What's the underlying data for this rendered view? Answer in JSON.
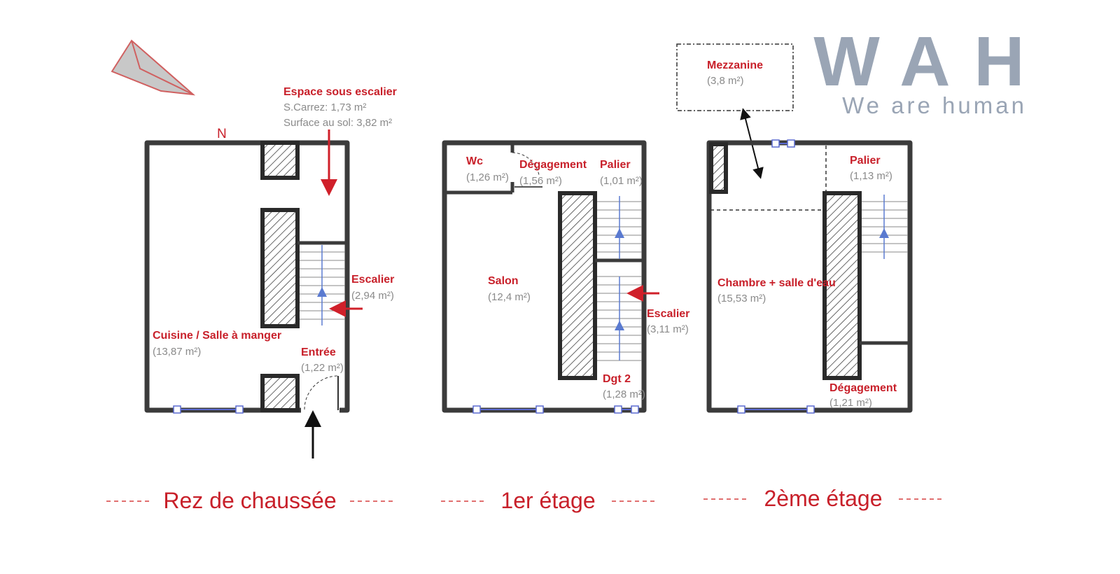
{
  "brand": {
    "logo": "WAH",
    "tagline": "We are human",
    "color": "#9aa5b5"
  },
  "accent_color": "#c8202a",
  "floors": [
    {
      "title": "Rez de chaussée",
      "north": "N",
      "annotation": {
        "name": "Espace sous escalier",
        "carrez": "S.Carrez: 1,73 m²",
        "sol": "Surface au sol: 3,82 m²"
      },
      "rooms": [
        {
          "name": "Escalier",
          "area": "(2,94 m²)"
        },
        {
          "name": "Cuisine / Salle à manger",
          "area": "(13,87 m²)"
        },
        {
          "name": "Entrée",
          "area": "(1,22 m²)"
        }
      ]
    },
    {
      "title": "1er étage",
      "rooms": [
        {
          "name": "Wc",
          "area": "(1,26 m²)"
        },
        {
          "name": "Dégagement",
          "area": "(1,56 m²)"
        },
        {
          "name": "Palier",
          "area": "(1,01 m²)"
        },
        {
          "name": "Salon",
          "area": "(12,4 m²)"
        },
        {
          "name": "Escalier",
          "area": "(3,11 m²)"
        },
        {
          "name": "Dgt 2",
          "area": "(1,28 m²)"
        }
      ]
    },
    {
      "title": "2ème étage",
      "rooms": [
        {
          "name": "Mezzanine",
          "area": "(3,8 m²)"
        },
        {
          "name": "Palier",
          "area": "(1,13 m²)"
        },
        {
          "name": "Chambre + salle d'eau",
          "area": "(15,53 m²)"
        },
        {
          "name": "Dégagement",
          "area": "(1,21 m²)"
        }
      ]
    }
  ]
}
